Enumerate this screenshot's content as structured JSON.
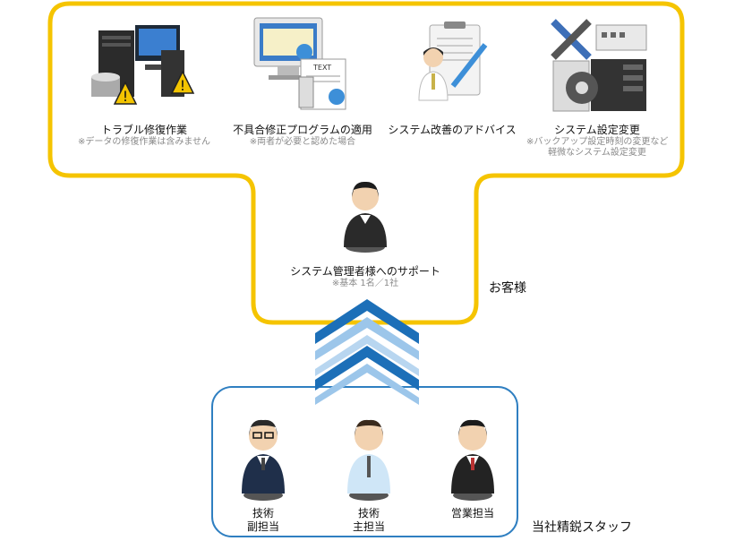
{
  "colors": {
    "customer_border": "#f5c400",
    "staff_border": "#2f7fc1",
    "chevron_dark": "#1c6fb8",
    "chevron_light": "#9cc6ea"
  },
  "services": [
    {
      "title": "トラブル修復作業",
      "note": "※データの修復作業は含みません",
      "icon": "server-warning-icon"
    },
    {
      "title": "不具合修正プログラムの適用",
      "note": "※両者が必要と認めた場合",
      "icon": "software-update-icon"
    },
    {
      "title": "システム改善のアドバイス",
      "note": "",
      "icon": "advisor-clipboard-icon"
    },
    {
      "title": "システム設定変更",
      "note": "※バックアップ設定時刻の変更など",
      "note2": "軽微なシステム設定変更",
      "icon": "settings-tools-icon"
    }
  ],
  "admin": {
    "title": "システム管理者様へのサポート",
    "note": "※基本 1名／1社",
    "icon": "admin-person-icon"
  },
  "customer_label": "お客様",
  "staff": [
    {
      "line1": "技術",
      "line2": "副担当",
      "icon": "sub-engineer-icon"
    },
    {
      "line1": "技術",
      "line2": "主担当",
      "icon": "main-engineer-icon"
    },
    {
      "line1": "営業担当",
      "line2": "",
      "icon": "sales-rep-icon"
    }
  ],
  "staff_label": "当社精鋭スタッフ"
}
